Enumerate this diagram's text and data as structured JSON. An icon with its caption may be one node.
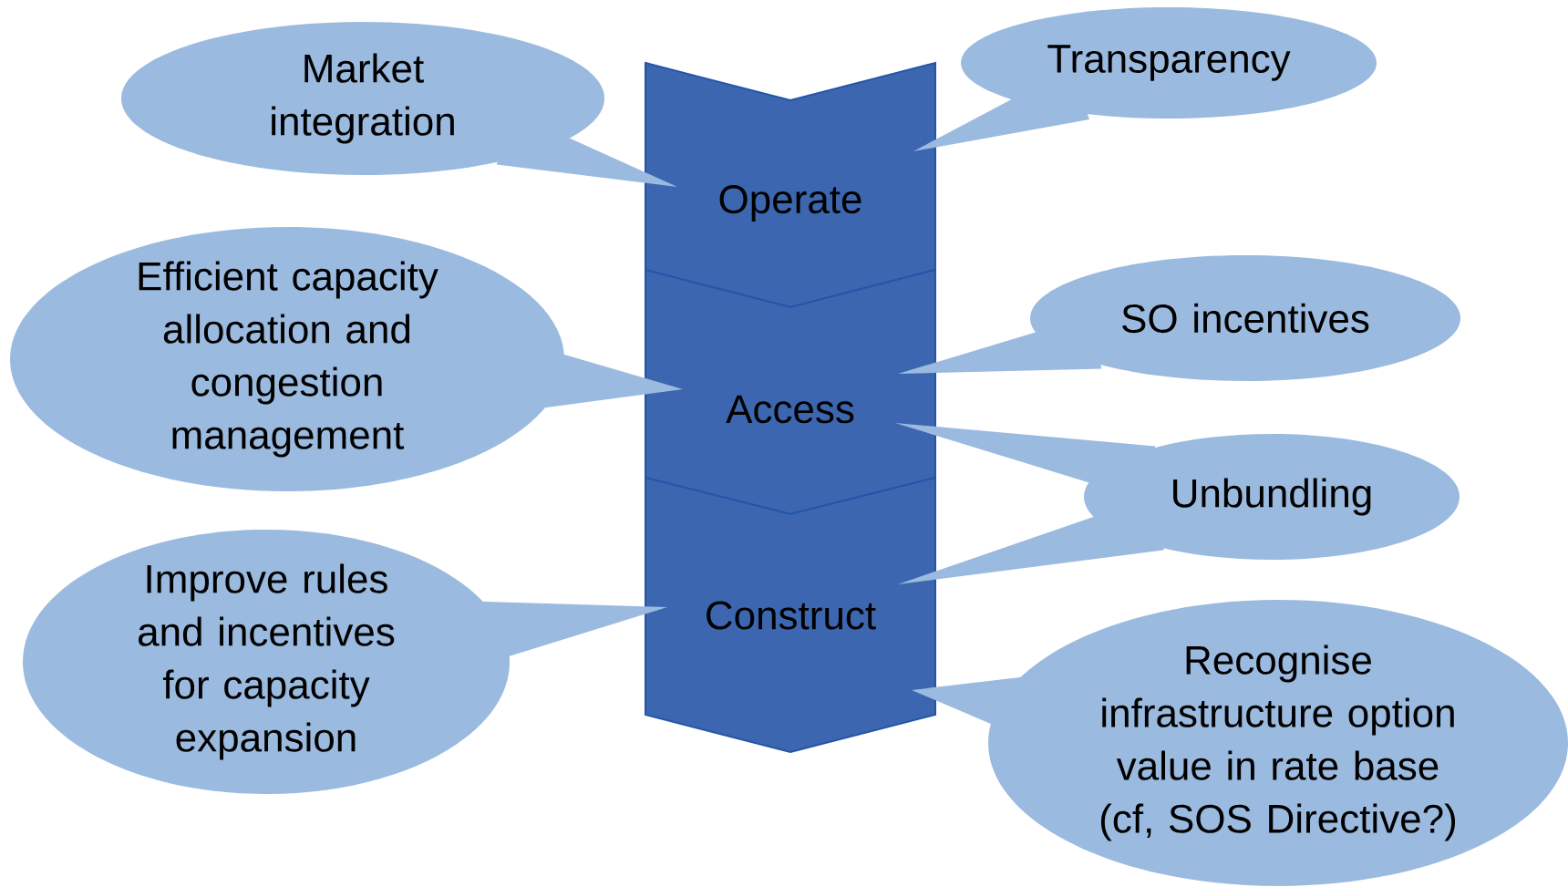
{
  "diagram": {
    "nodes": [
      {
        "text": [
          "Market integration"
        ]
      },
      {
        "text": [
          "Transparency"
        ]
      },
      {
        "text": [
          "Operate"
        ]
      },
      {
        "text": [
          "Efficient capacity allocation and congestion management"
        ]
      },
      {
        "text": [
          "SO incentives"
        ]
      },
      {
        "text": [
          "Access"
        ]
      },
      {
        "text": [
          "Unbundling"
        ]
      },
      {
        "text": [
          "Improve rules and incentives for capacity expansion"
        ]
      },
      {
        "text": [
          "Construct"
        ]
      },
      {
        "text": [
          "Recognise infrastructure option value in rate base (cf, SOS Directive?)"
        ]
      }
    ],
    "edges": [
      {
        "from": 0,
        "to": 2,
        "arrow": "to"
      },
      {
        "from": 1,
        "to": 2,
        "arrow": "to"
      },
      {
        "from": 3,
        "to": 5,
        "arrow": "to"
      },
      {
        "from": 4,
        "to": 5,
        "arrow": "to"
      },
      {
        "from": 6,
        "to": 5,
        "arrow": "to"
      },
      {
        "from": 6,
        "to": 8,
        "arrow": "to"
      },
      {
        "from": 7,
        "to": 8,
        "arrow": "to"
      },
      {
        "from": 9,
        "to": 8,
        "arrow": "to"
      }
    ]
  }
}
